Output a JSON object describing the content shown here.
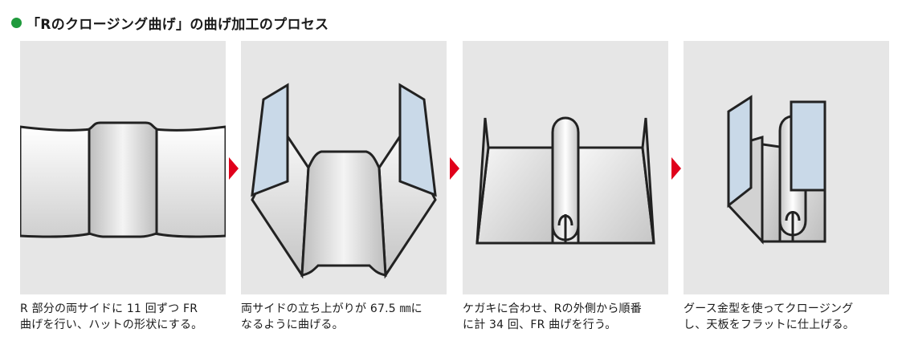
{
  "header": {
    "title": "「Rのクロージング曲げ」の曲げ加工のプロセス",
    "bullet_color": "#1f9a3c",
    "arrow_color": "#e0001b"
  },
  "steps": [
    {
      "caption_line1": "R 部分の両サイドに 11 回ずつ FR",
      "caption_line2": "曲げを行い、ハットの形状にする。"
    },
    {
      "caption_line1": "両サイドの立ち上がりが 67.5 ㎜に",
      "caption_line2": "なるように曲げる。"
    },
    {
      "caption_line1": "ケガキに合わせ、Rの外側から順番",
      "caption_line2": "に計 34 回、FR 曲げを行う。"
    },
    {
      "caption_line1": "グース金型を使ってクロージング",
      "caption_line2": "し、天板をフラットに仕上げる。"
    }
  ]
}
